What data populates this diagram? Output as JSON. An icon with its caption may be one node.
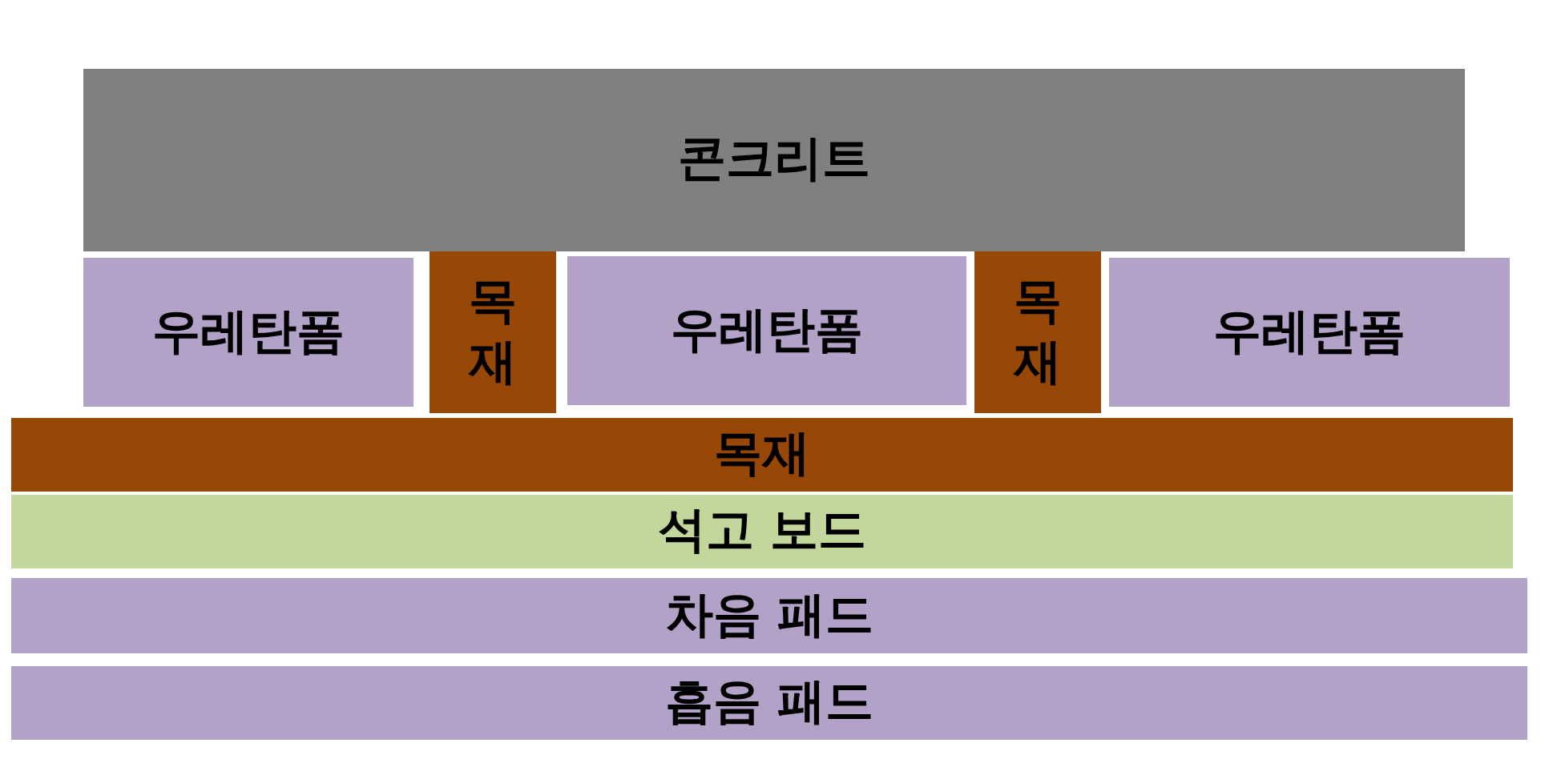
{
  "diagram": {
    "nodes": [
      {
        "text": [
          "콘크리트"
        ]
      },
      {
        "text": [
          "우레탄폼"
        ]
      },
      {
        "text": [
          "목재"
        ]
      },
      {
        "text": [
          "우레탄폼"
        ]
      },
      {
        "text": [
          "목재"
        ]
      },
      {
        "text": [
          "우레탄폼"
        ]
      },
      {
        "text": [
          "목재"
        ]
      },
      {
        "text": [
          "석고 보드"
        ]
      },
      {
        "text": [
          "차음 패드"
        ]
      },
      {
        "text": [
          "흡음 패드"
        ]
      }
    ]
  }
}
